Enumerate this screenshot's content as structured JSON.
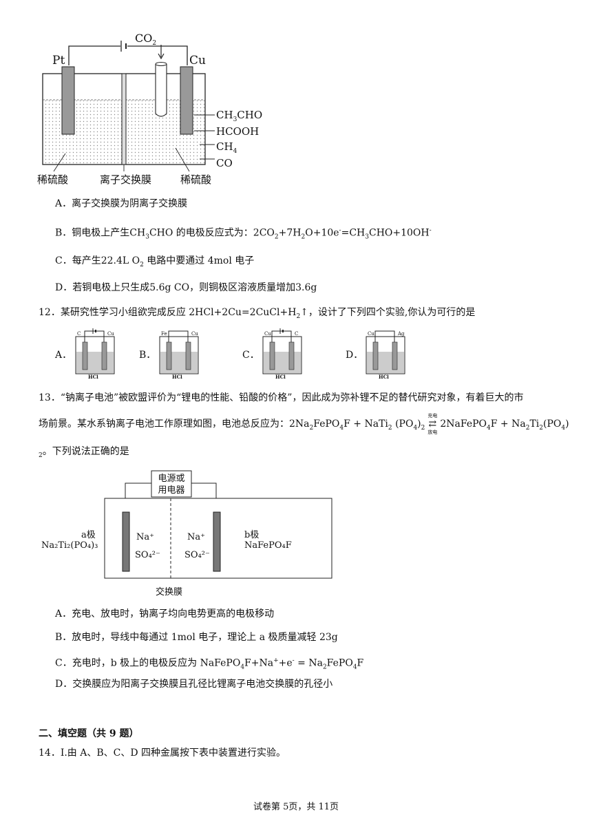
{
  "fig1": {
    "pt": "Pt",
    "cu": "Cu",
    "co2": "CO",
    "co2_sub": "2",
    "p1a": "CH",
    "p1b": "3",
    "p1c": "CHO",
    "p2": "HCOOH",
    "p3a": "CH",
    "p3b": "4",
    "p4": "CO",
    "left_label": "稀硫酸",
    "membrane_label": "离子交换膜",
    "right_label": "稀硫酸"
  },
  "q11": {
    "optA": "A．离子交换膜为阴离子交换膜",
    "optB_pre": "B．铜电极上产生CH",
    "optB_s1": "3",
    "optB_mid": "CHO 的电极反应式为：2CO",
    "optB_s2": "2",
    "optB_mid2": "+7H",
    "optB_s3": "2",
    "optB_mid3": "O+10e",
    "optB_sup1": "-",
    "optB_mid4": "=CH",
    "optB_s4": "3",
    "optB_mid5": "CHO+10OH",
    "optB_sup2": "-",
    "optC_pre": "C．每产生22.4L O",
    "optC_s": "2",
    "optC_post": " 电路中要通过 4mol 电子",
    "optD": "D．若铜电极上只生成5.6g CO，则铜极区溶液质量增加3.6g"
  },
  "q12": {
    "stem_pre": "12．某研究性学习小组欲完成反应 2HCl+2Cu=2CuCl+H",
    "stem_sub": "2",
    "stem_post": "↑，设计了下列四个实验,你认为可行的是",
    "options": [
      {
        "letter": "A．",
        "left": "C",
        "right": "Cu",
        "hcl": "HCl"
      },
      {
        "letter": "B．",
        "left": "Fe",
        "right": "Cu",
        "hcl": "HCl"
      },
      {
        "letter": "C．",
        "left": "Cu",
        "right": "C",
        "hcl": "HCl"
      },
      {
        "letter": "D．",
        "left": "Cu",
        "right": "Ag",
        "hcl": "HCl"
      }
    ]
  },
  "q13": {
    "line1": "13．“钠离子电池”被欧盟评价为“锂电的性能、铅酸的价格”，因此成为弥补锂不足的替代研究对象，有着巨大的市",
    "line2_pre": "场前景。某水系钠离子电池工作原理如图，电池总反应为：2Na",
    "l2_s1": "2",
    "l2_a": "FePO",
    "l2_s2": "4",
    "l2_b": "F + NaTi",
    "l2_s3": "2",
    "l2_c": " (PO",
    "l2_s4": "4",
    "l2_d": ")",
    "l2_s5": "2",
    "arrow_top": "充电",
    "arrow_bottom": "放电",
    "l2_e": "2NaFePO",
    "l2_s6": "4",
    "l2_f": "F + Na",
    "l2_s7": "2",
    "l2_g": "Ti",
    "l2_s8": "2",
    "l2_h": "(PO",
    "l2_s9": "4",
    "l2_i": ")",
    "line3_sub": "2",
    "line3": "。下列说法正确的是",
    "fig": {
      "power_l1": "电源或",
      "power_l2": "用电器",
      "a_pole": "a极",
      "a_formula": "Na₂Ti₂(PO₄)₃",
      "b_pole": "b极",
      "b_formula": "NaFePO₄F",
      "na_left": "Na⁺",
      "so4_left": "SO₄²⁻",
      "na_right": "Na⁺",
      "so4_right": "SO₄²⁻",
      "membrane": "交换膜"
    },
    "optA": "A．充电、放电时，钠离子均向电势更高的电极移动",
    "optB": "B．放电时，导线中每通过 1mol 电子，理论上 a 极质量减轻 23g",
    "optC_pre": "C．充电时，b 极上的电极反应为 NaFePO",
    "optC_s1": "4",
    "optC_a": "F+Na",
    "optC_sup": "+",
    "optC_b": "+e",
    "optC_sup2": "-",
    "optC_c": " = Na",
    "optC_s2": "2",
    "optC_d": "FePO",
    "optC_s3": "4",
    "optC_e": "F",
    "optD": "D．交换膜应为阳离子交换膜且孔径比锂离子电池交换膜的孔径小"
  },
  "section2": "二、填空题（共 9 题）",
  "q14": "14．I.由 A、B、C、D 四种金属按下表中装置进行实验。",
  "footer": "试卷第 5页，共 11页"
}
